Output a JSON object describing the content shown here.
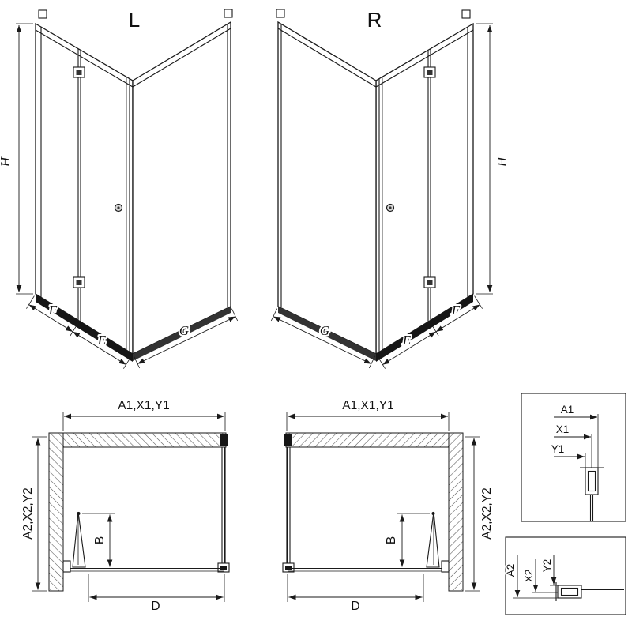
{
  "figure": {
    "views_3d": {
      "left": {
        "variant": "L",
        "h": "H",
        "f": "F",
        "e": "E",
        "g": "G"
      },
      "right": {
        "variant": "R",
        "h": "H",
        "f": "F",
        "e": "E",
        "g": "G"
      }
    },
    "plans": {
      "left": {
        "top_dim": "A1,X1,Y1",
        "side_dim": "A2,X2,Y2",
        "b_dim": "B",
        "d_dim": "D"
      },
      "right": {
        "top_dim": "A1,X1,Y1",
        "side_dim": "A2,X2,Y2",
        "b_dim": "B",
        "d_dim": "D"
      }
    },
    "details": {
      "top_box": {
        "a1": "A1",
        "x1": "X1",
        "y1": "Y1"
      },
      "bottom_box": {
        "a2": "A2",
        "x2": "X2",
        "y2": "Y2"
      }
    }
  },
  "colors": {
    "line": "#1a1a1a",
    "hatch": "#555555",
    "tray": "#161616",
    "background": "#ffffff"
  }
}
